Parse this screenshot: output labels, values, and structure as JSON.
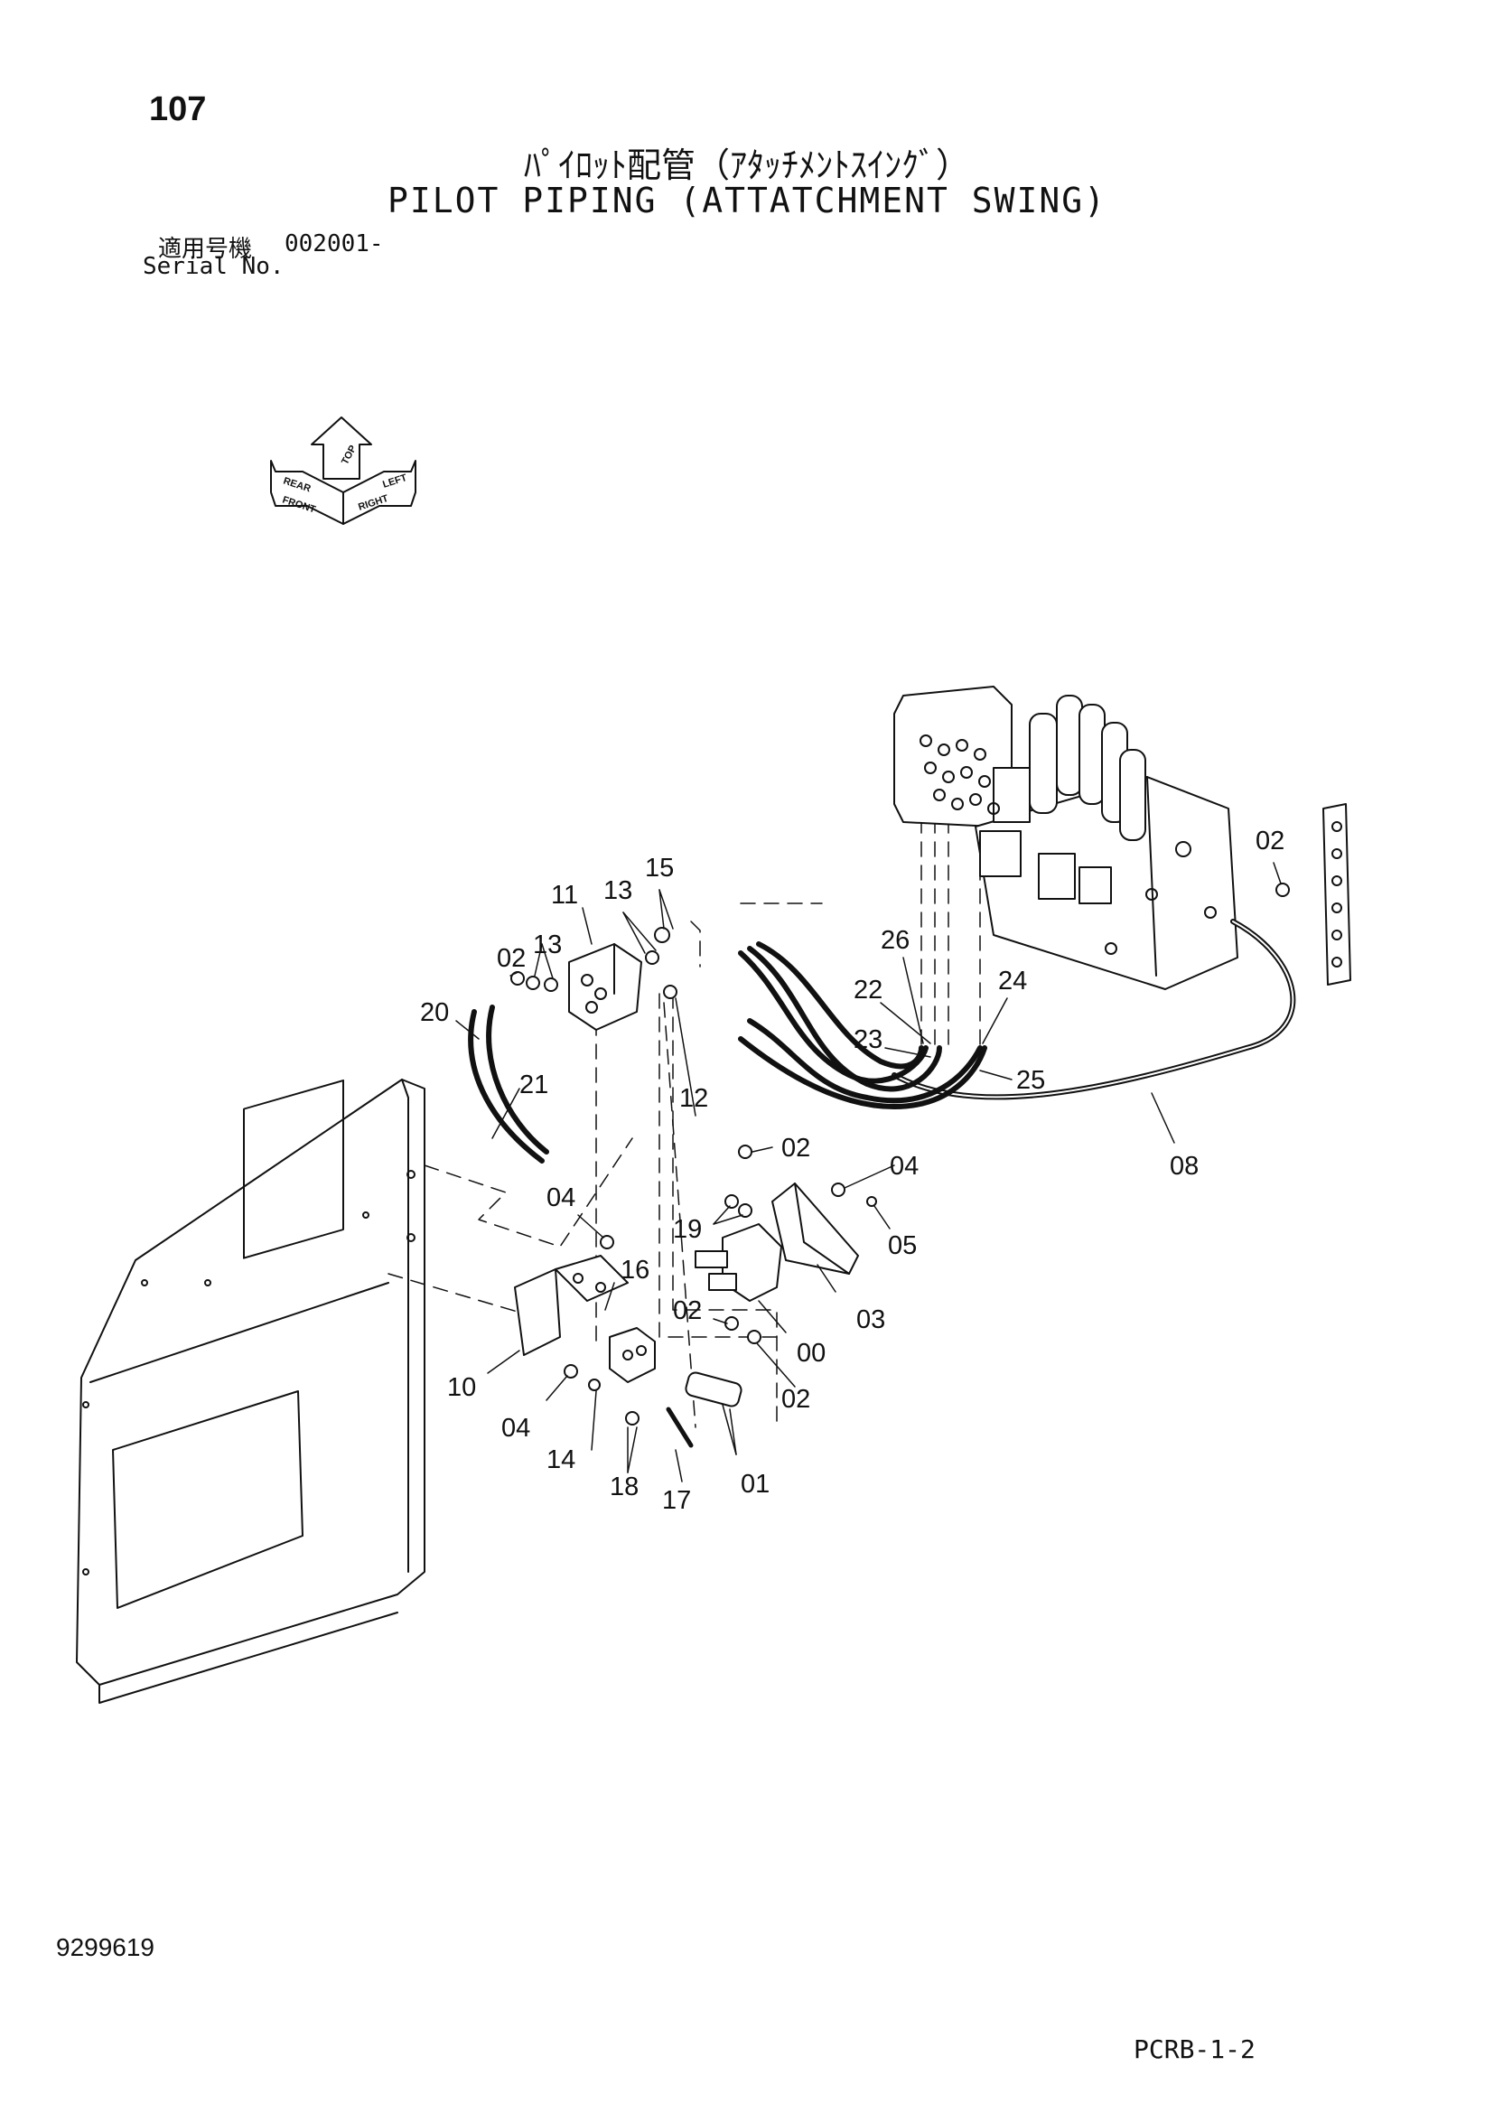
{
  "header": {
    "page_number": "107",
    "title_jp": "ﾊﾟｲﾛｯﾄ配管（ｱﾀｯﾁﾒﾝﾄｽｲﾝｸﾞ）",
    "title_en": "PILOT PIPING (ATTATCHMENT SWING)",
    "serial_label_jp": "適用号機",
    "serial_value": "002001-",
    "serial_label_en": "Serial No."
  },
  "direction_marker": {
    "top": "TOP",
    "front": "FRONT",
    "right": "RIGHT",
    "rear": "REAR",
    "left": "LEFT"
  },
  "callouts": {
    "c00": "00",
    "c01": "01",
    "c02a": "02",
    "c02b": "02",
    "c02c": "02",
    "c02d": "02",
    "c02e": "02",
    "c03": "03",
    "c04a": "04",
    "c04b": "04",
    "c04c": "04",
    "c05": "05",
    "c08": "08",
    "c10": "10",
    "c11": "11",
    "c12": "12",
    "c13a": "13",
    "c13b": "13",
    "c14": "14",
    "c15": "15",
    "c16": "16",
    "c17": "17",
    "c18": "18",
    "c19": "19",
    "c20": "20",
    "c21": "21",
    "c22": "22",
    "c23": "23",
    "c24": "24",
    "c25": "25",
    "c26": "26"
  },
  "footer": {
    "document_number": "9299619",
    "page_code": "PCRB-1-2"
  }
}
